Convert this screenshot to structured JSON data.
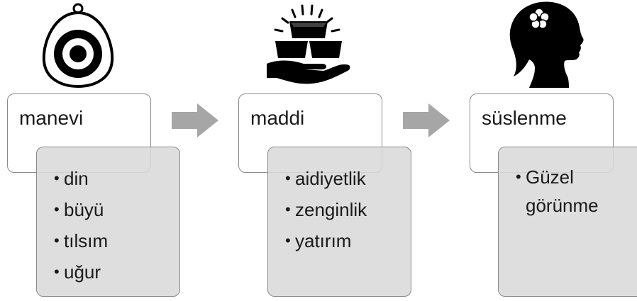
{
  "steps": [
    {
      "title": "manevi",
      "items": [
        "din",
        "büyü",
        "tılsım",
        "uğur"
      ],
      "icon": "nazar-amulet-icon"
    },
    {
      "title": "maddi",
      "items": [
        "aidiyetlik",
        "zenginlik",
        "yatırım"
      ],
      "icon": "gold-bars-hand-icon"
    },
    {
      "title": "süslenme",
      "items": [
        "Güzel görünme"
      ],
      "icon": "woman-silhouette-flower-icon"
    }
  ],
  "arrow_icon": "right-arrow-icon",
  "colors": {
    "detail_fill": "#d9d9d9",
    "border": "#8a8a8a",
    "arrow": "#a6a6a6",
    "icon": "#000000"
  }
}
